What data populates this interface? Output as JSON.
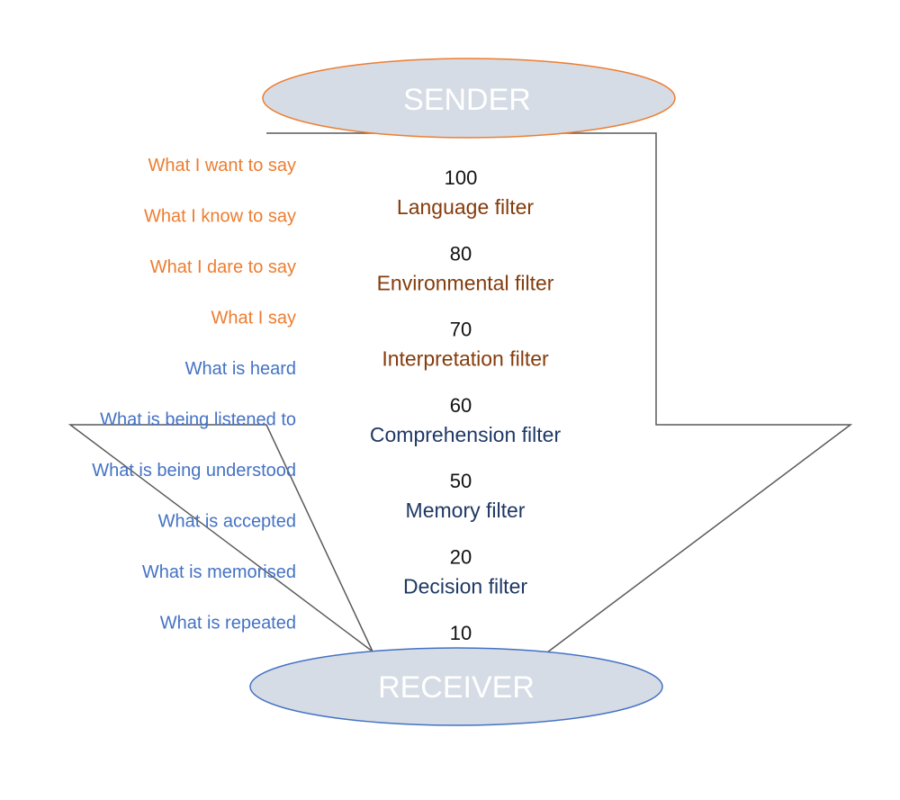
{
  "sender": {
    "label": "SENDER"
  },
  "receiver": {
    "label": "RECEIVER"
  },
  "colors": {
    "sender_stroke": "#ED7D31",
    "receiver_stroke": "#4472C4",
    "ellipse_fill": "#D6DCE5",
    "arrow_stroke": "#595959",
    "sender_side_text": "#ED7D31",
    "receiver_side_text": "#4472C4",
    "sender_filter_text": "#843C0C",
    "receiver_filter_text": "#1F3864"
  },
  "side_labels": [
    {
      "text": "What I want to say",
      "group": "sender"
    },
    {
      "text": "What I know to say",
      "group": "sender"
    },
    {
      "text": "What I dare to say",
      "group": "sender"
    },
    {
      "text": "What I say",
      "group": "sender"
    },
    {
      "text": "What is heard",
      "group": "receiver"
    },
    {
      "text": "What is being listened to",
      "group": "receiver"
    },
    {
      "text": "What is being understood",
      "group": "receiver"
    },
    {
      "text": "What is accepted",
      "group": "receiver"
    },
    {
      "text": "What is memorised",
      "group": "receiver"
    },
    {
      "text": "What is repeated",
      "group": "receiver"
    }
  ],
  "values": [
    "100",
    "80",
    "70",
    "60",
    "50",
    "20",
    "10"
  ],
  "filters": [
    {
      "text": "Language filter",
      "group": "sender"
    },
    {
      "text": "Environmental filter",
      "group": "sender"
    },
    {
      "text": "Interpretation filter",
      "group": "sender"
    },
    {
      "text": "Comprehension filter",
      "group": "receiver"
    },
    {
      "text": "Memory filter",
      "group": "receiver"
    },
    {
      "text": "Decision filter",
      "group": "receiver"
    }
  ]
}
